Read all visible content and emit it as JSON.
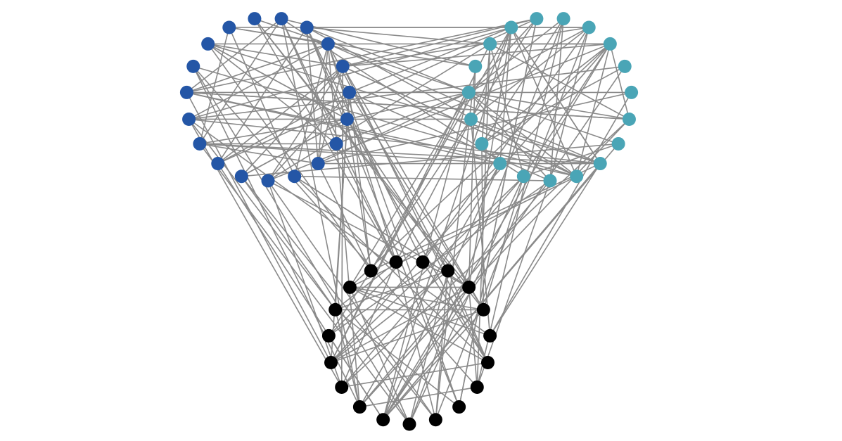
{
  "diagram": {
    "type": "network",
    "edge_color": "#8a8a8a",
    "groups": [
      {
        "id": "blue",
        "node_count": 19,
        "color": "#2456a6"
      },
      {
        "id": "teal",
        "node_count": 19,
        "color": "#4aa5b6"
      },
      {
        "id": "black",
        "node_count": 19,
        "color": "#000000"
      }
    ],
    "edge_generation": {
      "seed": 12345,
      "within_group_edges": 28,
      "between_group_edges": 42
    }
  }
}
